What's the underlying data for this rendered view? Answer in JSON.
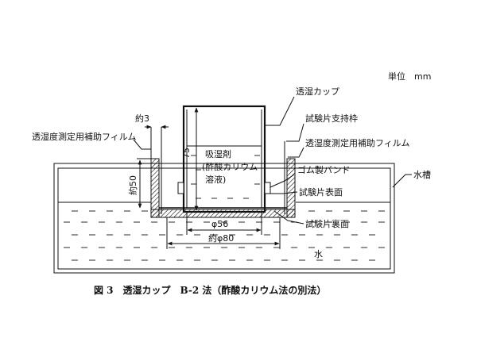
{
  "unit_label": "単位　mm",
  "caption": "図 3　透湿カップ　B-2 法（酢酸カリウム法の別法）",
  "labels": {
    "cup": "透湿カップ",
    "approx3": "約3",
    "specimen_holder": "試験片支持枠",
    "aux_film_left": "透湿度測定用補助フィルム",
    "aux_film_right": "透湿度測定用補助フィルム",
    "desiccant_line1": "吸湿剤",
    "desiccant_line2": "(酢酸カリウム",
    "desiccant_line3": "溶液)",
    "dim75": "75",
    "approx50": "約50",
    "rubber_band": "ゴム製バンド",
    "water_tank": "水槽",
    "specimen_front": "試験片表面",
    "specimen_back": "試験片裏面",
    "dia56": "φ56",
    "dia80": "約φ80",
    "water": "水"
  }
}
